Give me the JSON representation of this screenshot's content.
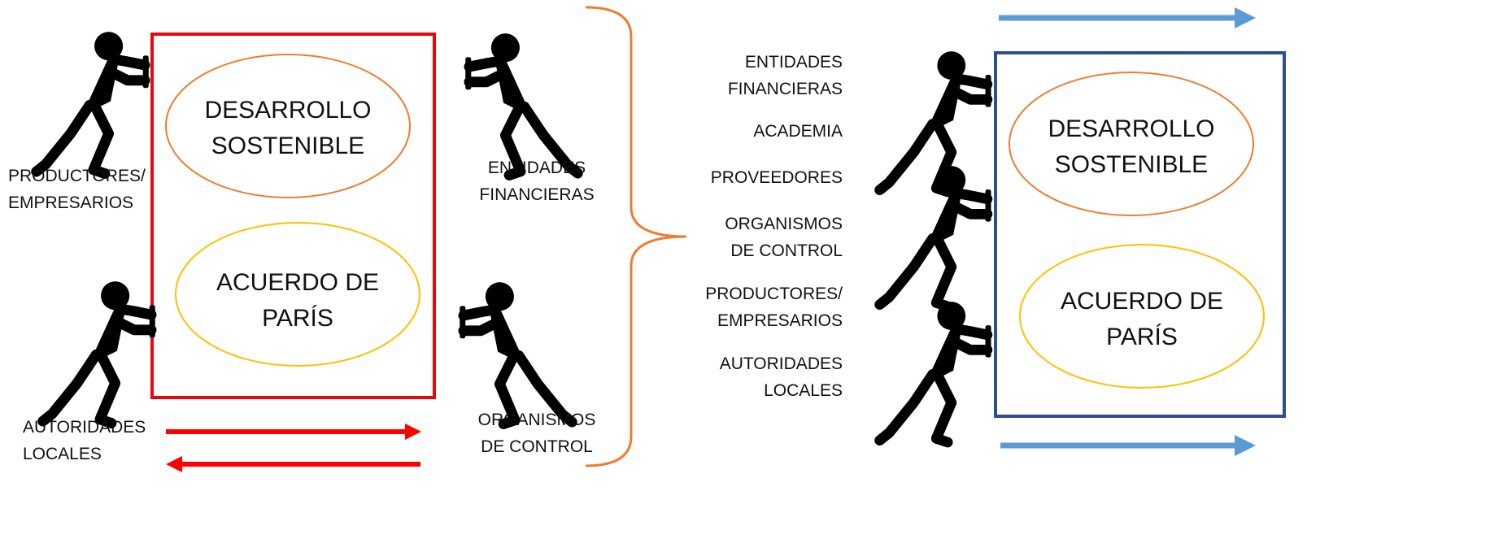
{
  "colors": {
    "red_box": "#e8070c",
    "blue_box": "#2e4e8f",
    "sustainable_oval": "#ed7d31",
    "paris_oval": "#ffc000",
    "brace": "#ed7d31",
    "red_arrow": "#ff0000",
    "blue_arrow": "#5b9bd5",
    "figure": "#000000"
  },
  "left_panel": {
    "oval_top": [
      "DESARROLLO",
      "SOSTENIBLE"
    ],
    "oval_bottom": [
      "ACUERDO DE",
      "PARÍS"
    ],
    "actors": {
      "top_left": [
        "PRODUCTORES/",
        "EMPRESARIOS"
      ],
      "top_right": [
        "ENTIDADES",
        "FINANCIERAS"
      ],
      "bottom_left": [
        "AUTORIDADES",
        "LOCALES"
      ],
      "bottom_right": [
        "ORGANISMOS",
        "DE CONTROL"
      ]
    },
    "arrows": [
      "right",
      "left"
    ],
    "figure_icons": [
      "pushing-person-right",
      "pushing-person-left"
    ]
  },
  "right_panel": {
    "oval_top": [
      "DESARROLLO",
      "SOSTENIBLE"
    ],
    "oval_bottom": [
      "ACUERDO DE",
      "PARÍS"
    ],
    "actors": [
      [
        "ENTIDADES",
        "FINANCIERAS"
      ],
      [
        "ACADEMIA"
      ],
      [
        "PROVEEDORES"
      ],
      [
        "ORGANISMOS",
        "DE CONTROL"
      ],
      [
        "PRODUCTORES/",
        "EMPRESARIOS"
      ],
      [
        "AUTORIDADES",
        "LOCALES"
      ]
    ],
    "arrows": [
      "right",
      "right"
    ],
    "figure_icons": [
      "pushing-person-right"
    ]
  }
}
